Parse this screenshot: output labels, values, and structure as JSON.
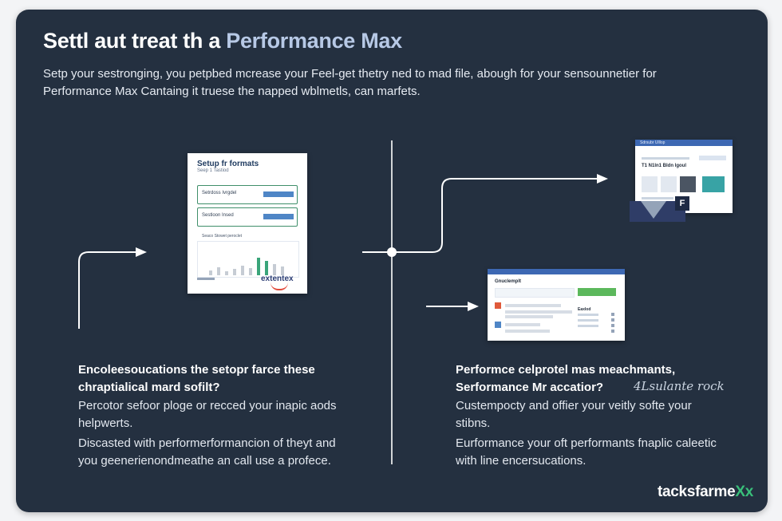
{
  "title": {
    "main": "Settl aut treat th a",
    "accent": "Performance Max"
  },
  "intro": "Setp your sestronging, you petpbed mcrease your Feel-get thetry ned to mad file, abough for your sensounnetier for Performance Max Cantaing it truese the napped wblmetls, can marfets.",
  "left_column": {
    "heading": "Encoleesoucations the setopr farce these chraptialical mard sofilt?",
    "paragraphs": [
      "Percotor sefoor ploge or recced your inapic aods helpwerts.",
      "Discasted with performerformancion of theyt and you geenerienondmeathe an call use a profece."
    ]
  },
  "right_column": {
    "heading": "Performce celprotel mas meachmants, Serformance Mr accatior?",
    "handwriting": "4Lsulante rock",
    "paragraphs": [
      "Custempocty and offier your veitly softe your stibns.",
      "Eurformance your oft performants fnaplic caleetic with line encersucations."
    ]
  },
  "mockup_setup": {
    "title": "Setup fr formats",
    "subtitle": "Seep 1 Tastiod",
    "field1_label": "Setrdoss Ivrgdel",
    "field2_label": "Sestloon Insed",
    "chart_label": "Seaco Stowet peroclet",
    "logo": "extentex"
  },
  "mockup_dashboard": {
    "topbar_label": "Sdrsubr Ulllop",
    "heading": "T1 N1ln1 Bldn lgoul",
    "badge": "F"
  },
  "mockup_list": {
    "heading": "Gnuclemplt",
    "side_label": "Eaxlod"
  },
  "brand": {
    "main": "tacksfarme",
    "accent": "Xx"
  },
  "colors": {
    "card_background": "#243040",
    "accent_text": "#b7c9e6",
    "brand_accent": "#39c07a",
    "mock_blue": "#3d68b3"
  },
  "icons": [
    "arrow-right-icon",
    "timeline-node-icon"
  ]
}
